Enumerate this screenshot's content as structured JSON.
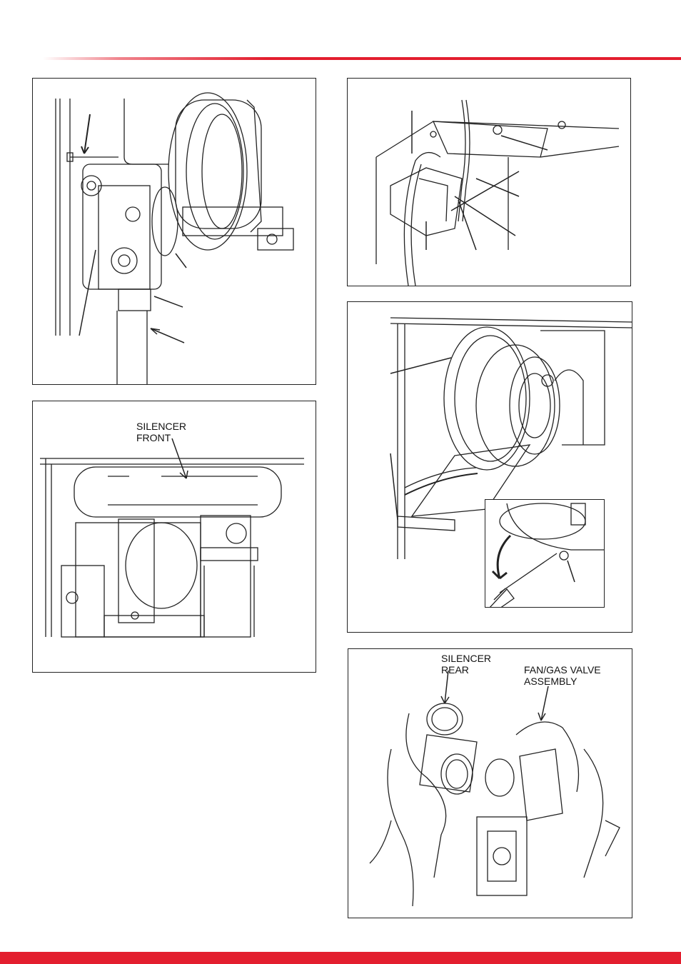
{
  "colors": {
    "accent": "#e31e2e",
    "line": "#222222"
  },
  "figures": {
    "gas_valve_side": {
      "callouts": []
    },
    "wiring_connector": {
      "callouts": []
    },
    "silencer_top": {
      "label_silencer_front": "SILENCER\nFRONT"
    },
    "fan_removal": {
      "callouts": []
    },
    "assembly_separation": {
      "label_silencer_rear": "SILENCER\nREAR",
      "label_fan_gas_valve": "FAN/GAS VALVE\nASSEMBLY"
    }
  }
}
